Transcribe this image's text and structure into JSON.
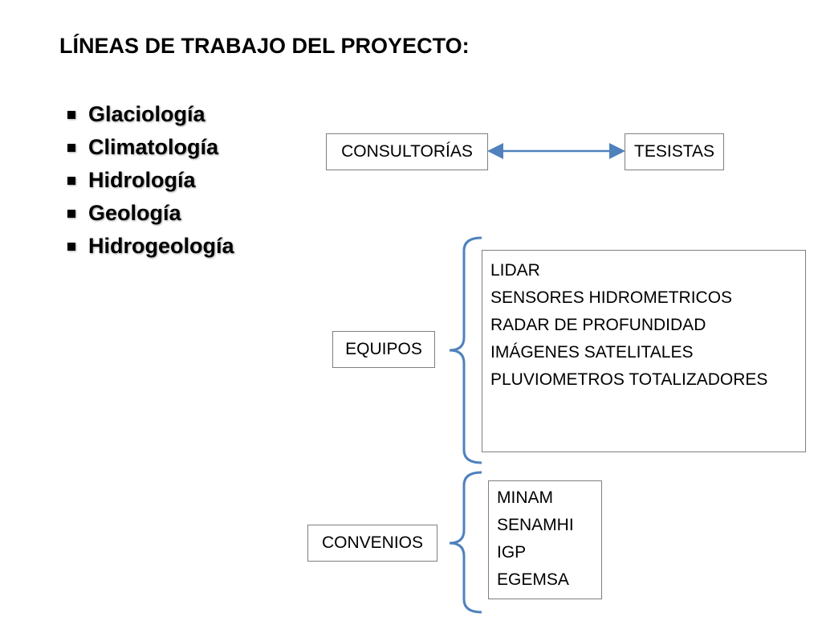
{
  "title": "LÍNEAS DE TRABAJO DEL PROYECTO:",
  "bullets": [
    "Glaciología",
    "Climatología",
    "Hidrología",
    "Geología",
    "Hidrogeología"
  ],
  "diagram": {
    "consultorias": "CONSULTORÍAS",
    "tesistas": "TESISTAS",
    "equipos": "EQUIPOS",
    "equipos_items": [
      "LIDAR",
      "SENSORES HIDROMETRICOS",
      "RADAR DE PROFUNDIDAD",
      "IMÁGENES SATELITALES",
      "PLUVIOMETROS TOTALIZADORES"
    ],
    "convenios": "CONVENIOS",
    "convenios_items": [
      "MINAM",
      "SENAMHI",
      "IGP",
      "EGEMSA"
    ],
    "line_color": "#4f81bd"
  }
}
